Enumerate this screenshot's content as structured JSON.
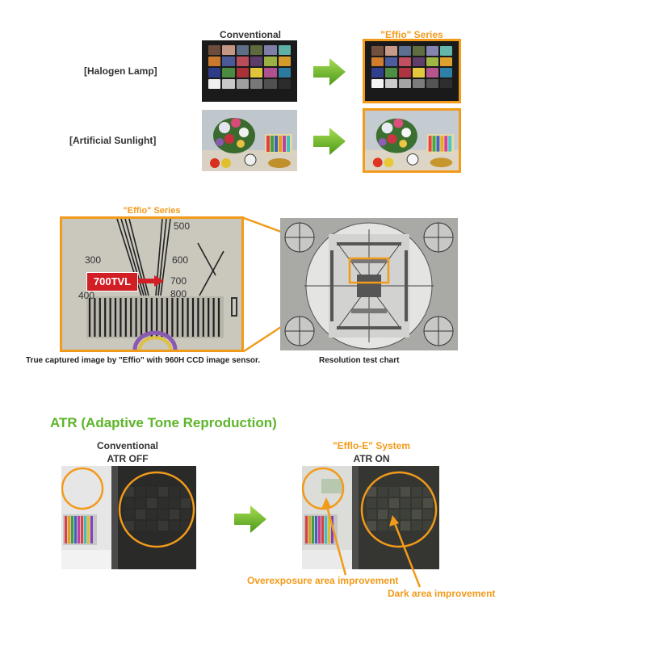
{
  "section1": {
    "col_conventional": "Conventional",
    "col_effio": "\"Effio\" Series",
    "row_halogen": "[Halogen Lamp]",
    "row_sunlight": "[Artificial Sunlight]",
    "colors_conventional": [
      "#6e4c3c",
      "#c49684",
      "#5d6e86",
      "#5c6a3e",
      "#7f7ea8",
      "#5fb0a4",
      "#c9782c",
      "#4a5a96",
      "#b94e5a",
      "#5c3c68",
      "#9bb042",
      "#d49a2a",
      "#2e3c88",
      "#4c8a42",
      "#a83238",
      "#e0c43a",
      "#b0508e",
      "#2c7aa0",
      "#f0f0f0",
      "#c8c8c8",
      "#a0a0a0",
      "#787878",
      "#505050",
      "#2c2c2c"
    ],
    "colors_effio": [
      "#73503e",
      "#c89a88",
      "#5e7090",
      "#5e6e40",
      "#8484b0",
      "#62b6aa",
      "#d07e2e",
      "#4c5ea0",
      "#c05060",
      "#603e6c",
      "#a0b644",
      "#dca02c",
      "#30408e",
      "#4e8e44",
      "#ae3440",
      "#e6c83c",
      "#b6548e",
      "#2e80a6",
      "#f4f4f4",
      "#cccccc",
      "#a4a4a4",
      "#7c7c7c",
      "#545454",
      "#2e2e2e"
    ]
  },
  "section2": {
    "effio_label": "\"Effio\" Series",
    "tvl_badge": "700TVL",
    "scale_300": "300",
    "scale_400": "400",
    "scale_500": "500",
    "scale_600": "600",
    "scale_700": "700",
    "scale_800": "800",
    "caption_left": "True captured image by \"Effio\" with 960H CCD image sensor.",
    "caption_right": "Resolution test chart"
  },
  "section3": {
    "title": "ATR (Adaptive Tone Reproduction)",
    "left_label_1": "Conventional",
    "left_label_2": "ATR OFF",
    "right_label_1": "\"Efflo-E\" System",
    "right_label_2": "ATR ON",
    "note_overexposure": "Overexposure area improvement",
    "note_dark": "Dark area improvement"
  },
  "colors": {
    "accent_orange": "#f29a1a",
    "accent_green": "#5db529",
    "badge_red": "#d21f26"
  }
}
